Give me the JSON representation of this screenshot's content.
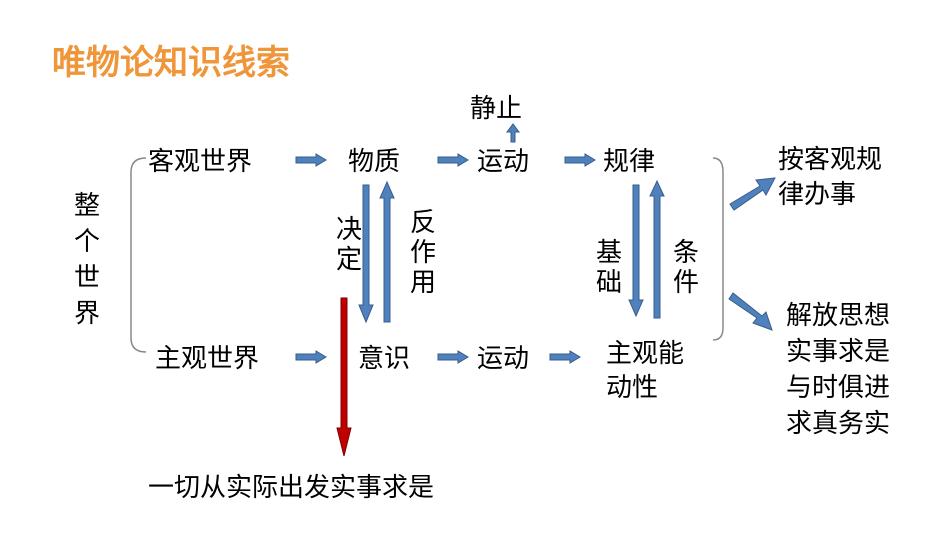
{
  "title": "唯物论知识线索",
  "whole_world": "整个世界",
  "objective_world": "客观世界",
  "matter": "物质",
  "motion_top": "运动",
  "law": "规律",
  "stillness": "静止",
  "subjective_world": "主观世界",
  "consciousness": "意识",
  "motion_bottom": "运动",
  "subjective_initiative_line1": "主观能",
  "subjective_initiative_line2": "动性",
  "determines": "决定",
  "reacts": "反作用",
  "basis": "基础",
  "condition": "条件",
  "act_by_law_line1": "按客观规",
  "act_by_law_line2": "律办事",
  "emancipate_line1": "解放思想",
  "emancipate_line2": "实事求是",
  "emancipate_line3": "与时俱进",
  "emancipate_line4": "求真务实",
  "conclusion": "一切从实际出发实事求是",
  "colors": {
    "title": "#f0963a",
    "arrow_blue": "#4f81bd",
    "arrow_blue_dark": "#385d8a",
    "arrow_red": "#c00000"
  }
}
